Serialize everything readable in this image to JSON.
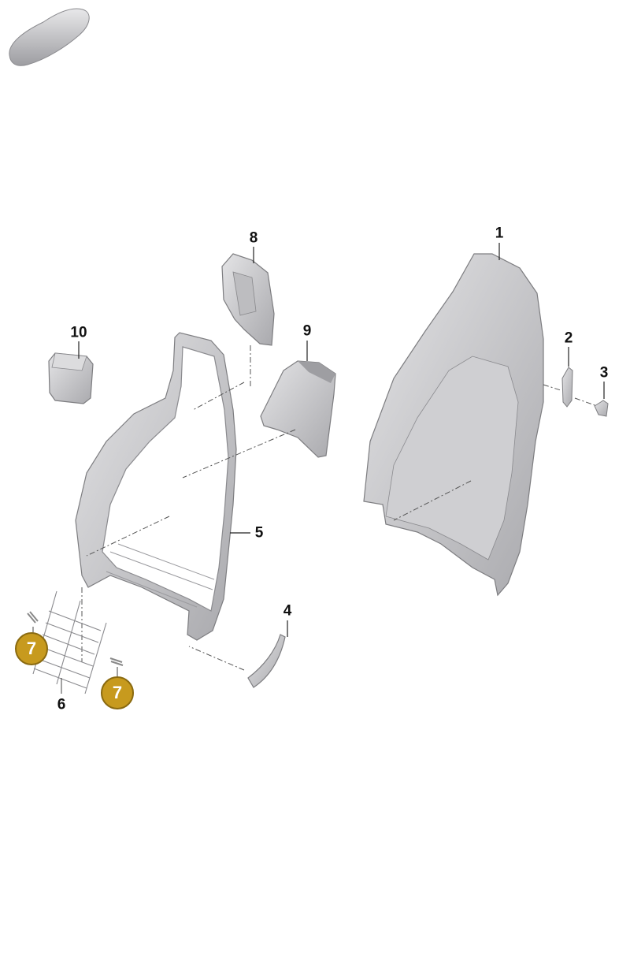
{
  "callouts": [
    {
      "id": "c1",
      "text": "1"
    },
    {
      "id": "c2",
      "text": "2"
    },
    {
      "id": "c3",
      "text": "3"
    },
    {
      "id": "c4",
      "text": "4"
    },
    {
      "id": "c5",
      "text": "5"
    },
    {
      "id": "c6",
      "text": "6"
    },
    {
      "id": "c8",
      "text": "8"
    },
    {
      "id": "c9",
      "text": "9"
    },
    {
      "id": "c10",
      "text": "10"
    }
  ],
  "badges": [
    {
      "id": "b7a",
      "text": "7"
    },
    {
      "id": "b7b",
      "text": "7"
    }
  ],
  "colors": {
    "badge_fill": "#c79a1e",
    "part_fill": "#c9c9cb",
    "part_stroke": "#7d7d80"
  },
  "icons": {
    "vehicle_thumbnail": "car-silhouette-icon"
  }
}
